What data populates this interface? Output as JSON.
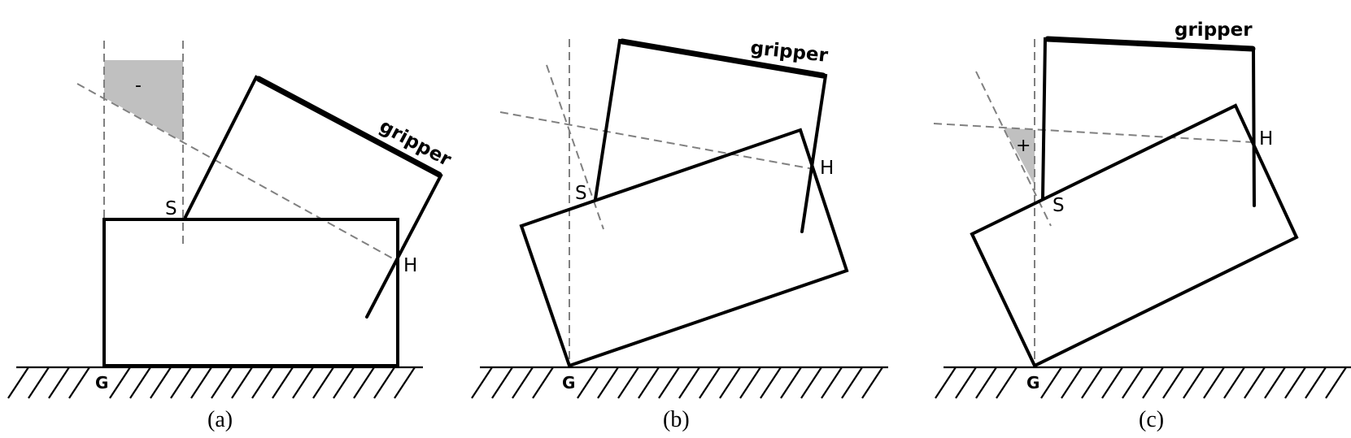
{
  "panels": [
    {
      "id": "a",
      "caption": "(a)",
      "gripper_label": "gripper",
      "point_s": "S",
      "point_h": "H",
      "point_g": "G",
      "shaded_sign": "-"
    },
    {
      "id": "b",
      "caption": "(b)",
      "gripper_label": "gripper",
      "point_s": "S",
      "point_h": "H",
      "point_g": "G",
      "shaded_sign": ""
    },
    {
      "id": "c",
      "caption": "(c)",
      "gripper_label": "gripper",
      "point_s": "S",
      "point_h": "H",
      "point_g": "G",
      "shaded_sign": "+"
    }
  ]
}
